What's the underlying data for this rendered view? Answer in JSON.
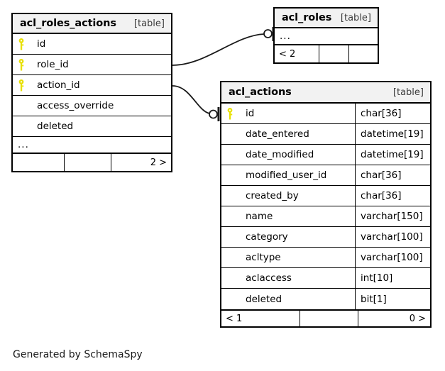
{
  "diagram": {
    "kind_label": "[table]",
    "ellipsis": "...",
    "caption": "Generated by SchemaSpy",
    "key_icon_color": "#e8e000",
    "line_color": "#1a1a1a",
    "header_bg": "#f2f2f2"
  },
  "tables": {
    "acl_roles_actions": {
      "name": "acl_roles_actions",
      "kind": "[table]",
      "columns": [
        {
          "name": "id",
          "type": "",
          "primary": true
        },
        {
          "name": "role_id",
          "type": "",
          "primary": true
        },
        {
          "name": "action_id",
          "type": "",
          "primary": true
        },
        {
          "name": "access_override",
          "type": "",
          "primary": false
        },
        {
          "name": "deleted",
          "type": "",
          "primary": false
        }
      ],
      "more_indicator": "...",
      "footer": {
        "left": "",
        "middle": "",
        "right": "2 >"
      }
    },
    "acl_roles": {
      "name": "acl_roles",
      "kind": "[table]",
      "columns": [],
      "more_indicator": "...",
      "footer": {
        "left": "< 2",
        "middle": "",
        "right": ""
      }
    },
    "acl_actions": {
      "name": "acl_actions",
      "kind": "[table]",
      "columns": [
        {
          "name": "id",
          "type": "char[36]",
          "primary": true
        },
        {
          "name": "date_entered",
          "type": "datetime[19]",
          "primary": false
        },
        {
          "name": "date_modified",
          "type": "datetime[19]",
          "primary": false
        },
        {
          "name": "modified_user_id",
          "type": "char[36]",
          "primary": false
        },
        {
          "name": "created_by",
          "type": "char[36]",
          "primary": false
        },
        {
          "name": "name",
          "type": "varchar[150]",
          "primary": false
        },
        {
          "name": "category",
          "type": "varchar[100]",
          "primary": false
        },
        {
          "name": "acltype",
          "type": "varchar[100]",
          "primary": false
        },
        {
          "name": "aclaccess",
          "type": "int[10]",
          "primary": false
        },
        {
          "name": "deleted",
          "type": "bit[1]",
          "primary": false
        }
      ],
      "more_indicator": "",
      "footer": {
        "left": "< 1",
        "middle": "",
        "right": "0 >"
      }
    }
  },
  "relationships": [
    {
      "from": "acl_roles_actions.role_id",
      "to": "acl_roles",
      "cardinality": "zero-or-one"
    },
    {
      "from": "acl_roles_actions.action_id",
      "to": "acl_actions.id",
      "cardinality": "zero-or-one"
    }
  ]
}
